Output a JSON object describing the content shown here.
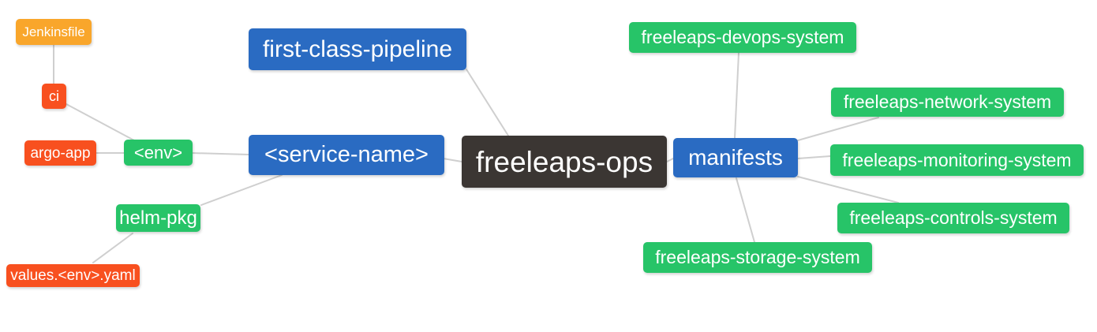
{
  "palette": {
    "root_bg": "#3b3633",
    "branch_bg": "#2a6bc2",
    "leaf_green_bg": "#27c468",
    "leaf_red_bg": "#f8501f",
    "leaf_orange_bg": "#f9a62b",
    "text": "#ffffff",
    "edge": "#cfcfcf",
    "background": "#ffffff"
  },
  "nodes": [
    {
      "id": "jenkinsfile",
      "label": "Jenkinsfile",
      "color": "#f9a62b"
    },
    {
      "id": "ci",
      "label": "ci",
      "color": "#f8501f"
    },
    {
      "id": "argo-app",
      "label": "argo-app",
      "color": "#f8501f"
    },
    {
      "id": "env",
      "label": "<env>",
      "color": "#27c468"
    },
    {
      "id": "helm-pkg",
      "label": "helm-pkg",
      "color": "#27c468"
    },
    {
      "id": "values-env-yaml",
      "label": "values.<env>.yaml",
      "color": "#f8501f"
    },
    {
      "id": "first-class-pipeline",
      "label": "first-class-pipeline",
      "color": "#2a6bc2"
    },
    {
      "id": "service-name",
      "label": "<service-name>",
      "color": "#2a6bc2"
    },
    {
      "id": "freeleaps-ops",
      "label": "freeleaps-ops",
      "color": "#3b3633"
    },
    {
      "id": "manifests",
      "label": "manifests",
      "color": "#2a6bc2"
    },
    {
      "id": "freeleaps-devops-system",
      "label": "freeleaps-devops-system",
      "color": "#27c468"
    },
    {
      "id": "freeleaps-network-system",
      "label": "freeleaps-network-system",
      "color": "#27c468"
    },
    {
      "id": "freeleaps-monitoring-system",
      "label": "freeleaps-monitoring-system",
      "color": "#27c468"
    },
    {
      "id": "freeleaps-controls-system",
      "label": "freeleaps-controls-system",
      "color": "#27c468"
    },
    {
      "id": "freeleaps-storage-system",
      "label": "freeleaps-storage-system",
      "color": "#27c468"
    }
  ],
  "edges": [
    {
      "from": "jenkinsfile",
      "to": "ci"
    },
    {
      "from": "ci",
      "to": "env"
    },
    {
      "from": "argo-app",
      "to": "env"
    },
    {
      "from": "env",
      "to": "service-name"
    },
    {
      "from": "helm-pkg",
      "to": "service-name"
    },
    {
      "from": "values-env-yaml",
      "to": "helm-pkg"
    },
    {
      "from": "first-class-pipeline",
      "to": "freeleaps-ops"
    },
    {
      "from": "service-name",
      "to": "freeleaps-ops"
    },
    {
      "from": "freeleaps-ops",
      "to": "manifests"
    },
    {
      "from": "manifests",
      "to": "freeleaps-devops-system"
    },
    {
      "from": "manifests",
      "to": "freeleaps-network-system"
    },
    {
      "from": "manifests",
      "to": "freeleaps-monitoring-system"
    },
    {
      "from": "manifests",
      "to": "freeleaps-controls-system"
    },
    {
      "from": "manifests",
      "to": "freeleaps-storage-system"
    }
  ]
}
